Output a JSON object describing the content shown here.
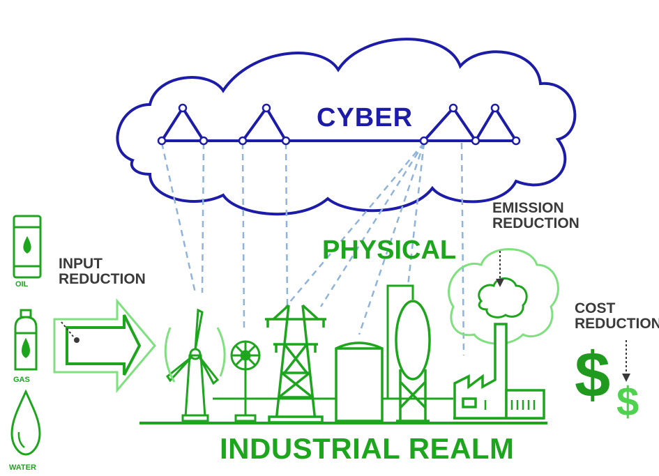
{
  "labels": {
    "cyber": "CYBER",
    "physical": "PHYSICAL",
    "industrial_realm": "INDUSTRIAL REALM",
    "input_reduction": [
      "INPUT",
      "REDUCTION"
    ],
    "emission_reduction": [
      "EMISSION",
      "REDUCTION"
    ],
    "cost_reduction": [
      "COST",
      "REDUCTION"
    ]
  },
  "resources": [
    {
      "name": "OIL",
      "icon": "oil-barrel-icon"
    },
    {
      "name": "GAS",
      "icon": "gas-cylinder-icon"
    },
    {
      "name": "WATER",
      "icon": "water-drop-icon"
    }
  ],
  "currency": {
    "big": "$",
    "small": "$"
  },
  "colors": {
    "cyber_blue": "#1c1ca8",
    "physical_green": "#1da51d",
    "light_green": "#7ee07e",
    "dash_blue": "#8fb3d9",
    "dark_text": "#3a3a3a"
  },
  "icons": [
    "cloud-icon",
    "network-node-icon",
    "wind-turbine-icon",
    "fan-icon",
    "power-tower-icon",
    "storage-tank-icon",
    "spherical-tank-icon",
    "factory-icon",
    "smoke-tree-icon",
    "input-arrow-icon"
  ]
}
